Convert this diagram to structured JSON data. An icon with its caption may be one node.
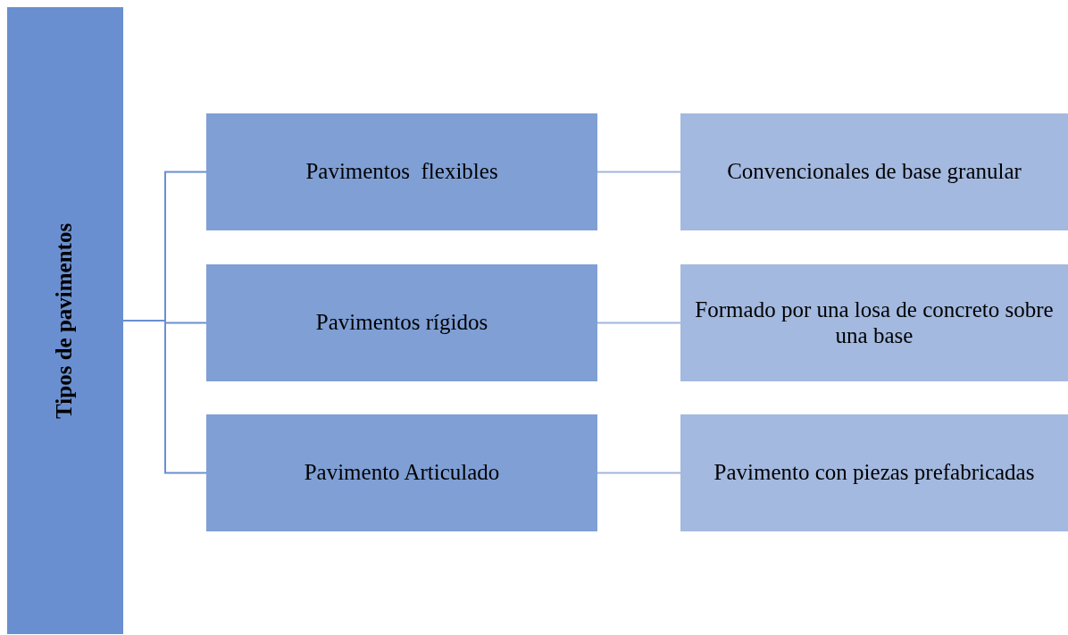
{
  "diagram": {
    "nodes": [
      {
        "text": [
          "Tipos de pavimentos"
        ]
      },
      {
        "text": [
          "Pavimentos  flexibles"
        ]
      },
      {
        "text": [
          "Pavimentos rígidos"
        ]
      },
      {
        "text": [
          "Pavimento Articulado"
        ]
      },
      {
        "text": [
          "Convencionales de base granular"
        ]
      },
      {
        "text": [
          "Formado por una losa de concreto sobre una base"
        ]
      },
      {
        "text": [
          "Pavimento con piezas prefabricadas"
        ]
      }
    ],
    "edges": [
      {
        "from": 0,
        "to": 1,
        "arrow": "none"
      },
      {
        "from": 0,
        "to": 2,
        "arrow": "none"
      },
      {
        "from": 0,
        "to": 3,
        "arrow": "none"
      },
      {
        "from": 1,
        "to": 4,
        "arrow": "none",
        "color": "#9fb5de"
      },
      {
        "from": 2,
        "to": 5,
        "arrow": "none",
        "color": "#9fb5de"
      },
      {
        "from": 3,
        "to": 6,
        "arrow": "none",
        "color": "#9fb5de"
      }
    ]
  }
}
